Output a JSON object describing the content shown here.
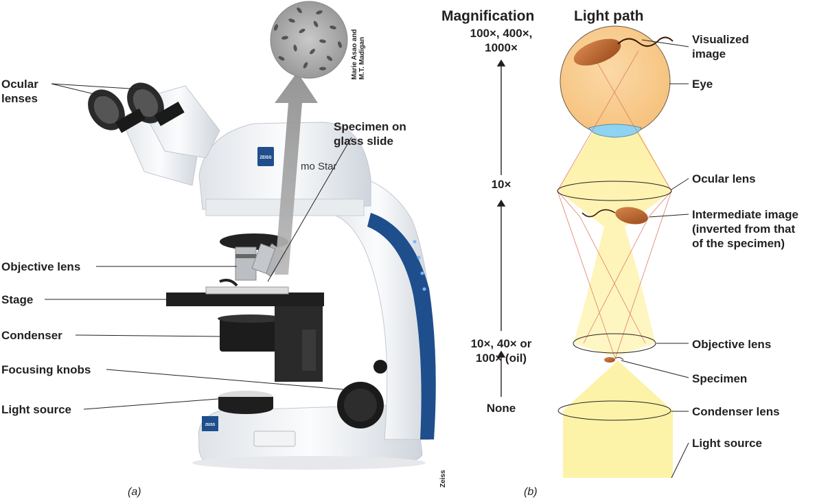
{
  "panel_a": {
    "caption": "(a)",
    "labels": {
      "ocular_line1": "Ocular",
      "ocular_line2": "lenses",
      "specimen_line1": "Specimen on",
      "specimen_line2": "glass slide",
      "objective": "Objective lens",
      "stage": "Stage",
      "condenser": "Condenser",
      "focusing": "Focusing knobs",
      "light_source": "Light source"
    },
    "brand_text": "mo Star",
    "logo_text": "ZEISS",
    "credit_photo_line1": "Marie Asao and",
    "credit_photo_line2": "M.T. Madigan",
    "credit_zeiss": "Zeiss"
  },
  "panel_b": {
    "caption": "(b)",
    "heading_magnification": "Magnification",
    "heading_light_path": "Light path",
    "magnification": {
      "top_line1": "100×, 400×,",
      "top_line2": "1000×",
      "middle": "10×",
      "lower_line1": "10×, 40× or",
      "lower_line2": "100× (oil)",
      "bottom": "None"
    },
    "labels": {
      "visualized_line1": "Visualized",
      "visualized_line2": "image",
      "eye": "Eye",
      "ocular_lens": "Ocular lens",
      "intermediate_line1": "Intermediate image",
      "intermediate_line2": "(inverted from that",
      "intermediate_line3": "of the specimen)",
      "objective_lens": "Objective lens",
      "specimen": "Specimen",
      "condenser_lens": "Condenser lens",
      "light_source": "Light source"
    },
    "colors": {
      "light_beam": "#fdf3a8",
      "eye_fill": "#f9cf92",
      "eye_lens": "#8fd3f2",
      "cell": "#b5612a",
      "ray": "#e07a66"
    }
  }
}
